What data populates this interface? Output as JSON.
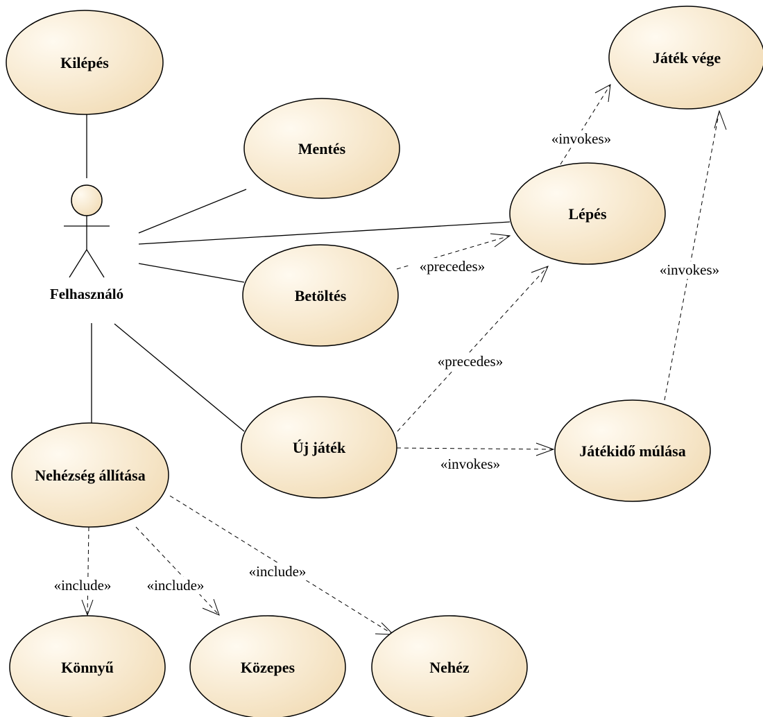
{
  "actor": {
    "name": "Felhasználó"
  },
  "use_cases": {
    "kilepes": "Kilépés",
    "mentes": "Mentés",
    "betoltes": "Betöltés",
    "uj_jatek": "Új játék",
    "nehezseg": "Nehézség állítása",
    "konnyu": "Könnyű",
    "kozepes": "Közepes",
    "nehez": "Nehéz",
    "lepes": "Lépés",
    "jatek_vege": "Játék vége",
    "jatekido": "Játékidő múlása"
  },
  "stereotypes": {
    "invokes_lepes_vege": "«invokes»",
    "invokes_ido_vege": "«invokes»",
    "invokes_uj_ido": "«invokes»",
    "precedes_betolt_lepes": "«precedes»",
    "precedes_uj_lepes": "«precedes»",
    "include_konnyu": "«include»",
    "include_kozepes": "«include»",
    "include_nehez": "«include»"
  },
  "colors": {
    "fill_light": "#fffaf0",
    "fill_dark": "#f2ddb8",
    "stroke": "#000000"
  }
}
